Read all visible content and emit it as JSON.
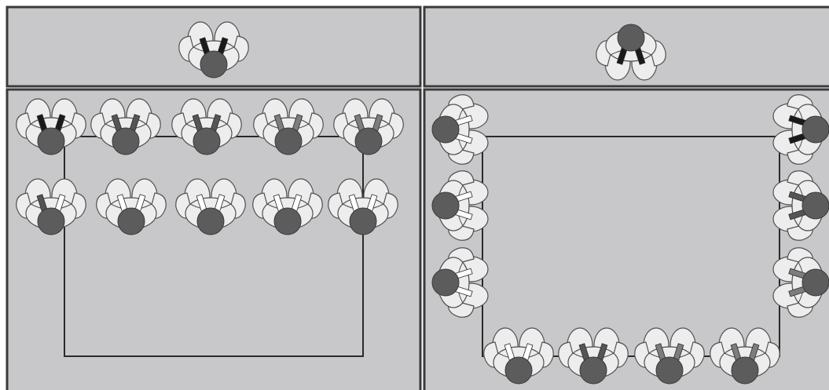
{
  "colors": {
    "background": "#c8c8ca",
    "frame": "#3a3a3a",
    "figure_fill": "#ededed",
    "figure_stroke": "#505050",
    "head": "#5c5c5c",
    "arm_black": "#1a1a1a",
    "arm_dark": "#555555",
    "arm_mid": "#7d7d7d",
    "arm_white": "#ffffff"
  },
  "panels": [
    {
      "name": "left-panel",
      "lead_figure": {
        "facing": "down",
        "arm_tone": "arm_black"
      },
      "arrangement": "two-rows-facing-down",
      "rows": [
        {
          "tones": [
            "arm_black",
            "arm_dark",
            "arm_dark",
            "arm_mid",
            "arm_mid"
          ]
        },
        {
          "tones": [
            "arm_dark_white",
            "arm_white",
            "arm_white",
            "arm_white",
            "arm_white"
          ]
        }
      ]
    },
    {
      "name": "right-panel",
      "lead_figure": {
        "facing": "up",
        "arm_tone": "arm_black"
      },
      "arrangement": "u-shape-around-table",
      "left_side": {
        "facing": "left",
        "tones": [
          "arm_white",
          "arm_white",
          "arm_white"
        ]
      },
      "right_side": {
        "facing": "right",
        "tones": [
          "arm_black",
          "arm_dark",
          "arm_mid"
        ]
      },
      "bottom": {
        "facing": "down",
        "tones": [
          "arm_white",
          "arm_dark",
          "arm_mid",
          "arm_mid"
        ]
      }
    }
  ]
}
